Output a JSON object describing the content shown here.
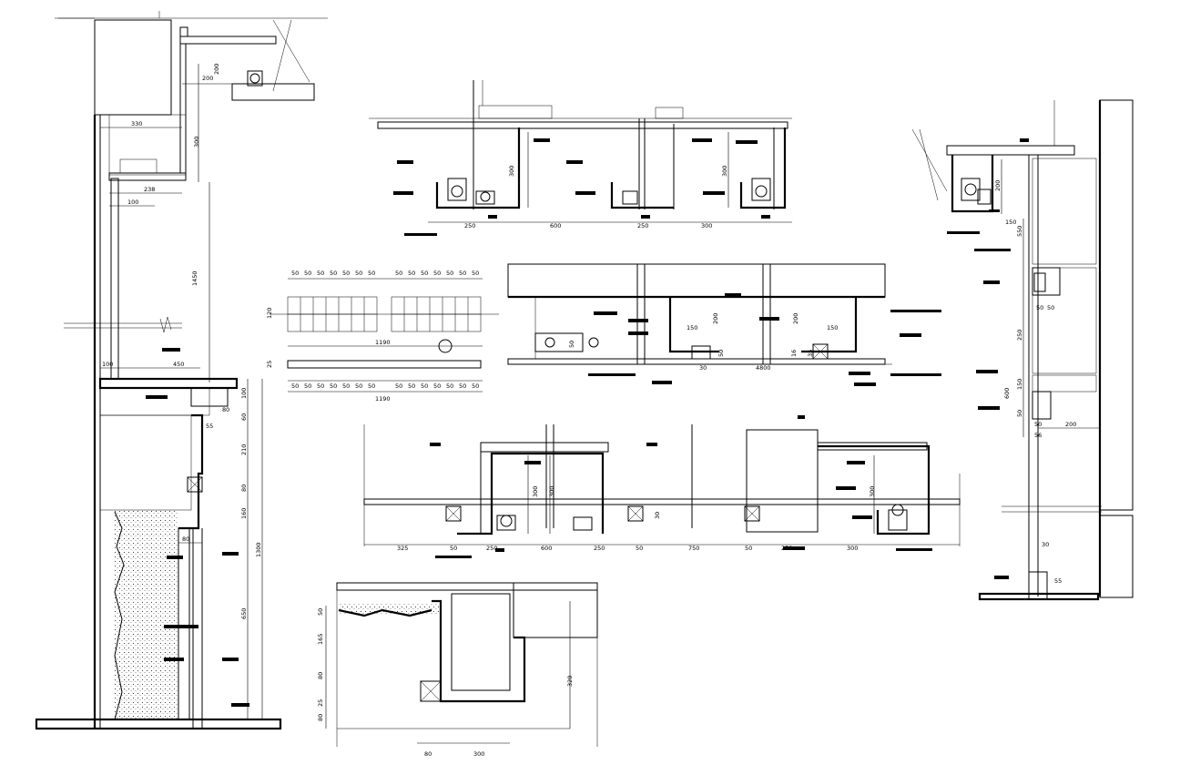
{
  "drawing": {
    "title": "",
    "label_tags_are_redacted": true
  },
  "dimension_labels": [
    {
      "id": "d_200_a",
      "text": "200"
    },
    {
      "id": "d_200_b",
      "text": "200"
    },
    {
      "id": "d_330",
      "text": "330"
    },
    {
      "id": "d_300_a",
      "text": "300"
    },
    {
      "id": "d_238",
      "text": "238"
    },
    {
      "id": "d_100_a",
      "text": "100"
    },
    {
      "id": "d_1450",
      "text": "1450"
    },
    {
      "id": "d_100_b",
      "text": "100"
    },
    {
      "id": "d_450",
      "text": "450"
    },
    {
      "id": "d_100_c",
      "text": "100"
    },
    {
      "id": "d_80_a",
      "text": "80"
    },
    {
      "id": "d_60",
      "text": "60"
    },
    {
      "id": "d_55",
      "text": "55"
    },
    {
      "id": "d_210",
      "text": "210"
    },
    {
      "id": "d_80_b",
      "text": "80"
    },
    {
      "id": "d_160",
      "text": "160"
    },
    {
      "id": "d_80_c",
      "text": "80"
    },
    {
      "id": "d_1300",
      "text": "1300"
    },
    {
      "id": "d_650",
      "text": "650"
    },
    {
      "id": "d_250_a",
      "text": "250"
    },
    {
      "id": "d_600_a",
      "text": "600"
    },
    {
      "id": "d_250_b",
      "text": "250"
    },
    {
      "id": "d_300_b",
      "text": "300"
    },
    {
      "id": "d_300_c",
      "text": "300"
    },
    {
      "id": "d_300_d",
      "text": "300"
    },
    {
      "id": "d_200_c",
      "text": "200"
    },
    {
      "id": "d_150_a",
      "text": "150"
    },
    {
      "id": "d_50_top",
      "text": "50"
    },
    {
      "id": "d_120",
      "text": "120"
    },
    {
      "id": "d_1190_a",
      "text": "1190"
    },
    {
      "id": "d_25",
      "text": "25"
    },
    {
      "id": "d_1190_b",
      "text": "1190"
    },
    {
      "id": "d_150_b",
      "text": "150"
    },
    {
      "id": "d_150_c",
      "text": "150"
    },
    {
      "id": "d_200_d",
      "text": "200"
    },
    {
      "id": "d_200_e",
      "text": "200"
    },
    {
      "id": "d_4800",
      "text": "4800"
    },
    {
      "id": "d_50_a",
      "text": "50"
    },
    {
      "id": "d_30_a",
      "text": "30"
    },
    {
      "id": "d_50_b",
      "text": "50"
    },
    {
      "id": "d_16",
      "text": "16"
    },
    {
      "id": "d_35",
      "text": "35"
    },
    {
      "id": "d_550",
      "text": "550"
    },
    {
      "id": "d_50_c",
      "text": "50"
    },
    {
      "id": "d_50_d",
      "text": "50"
    },
    {
      "id": "d_250_c",
      "text": "250"
    },
    {
      "id": "d_150_d",
      "text": "150"
    },
    {
      "id": "d_600_b",
      "text": "600"
    },
    {
      "id": "d_50_e",
      "text": "50"
    },
    {
      "id": "d_50_f",
      "text": "50"
    },
    {
      "id": "d_200_f",
      "text": "200"
    },
    {
      "id": "d_56",
      "text": "56"
    },
    {
      "id": "d_30_b",
      "text": "30"
    },
    {
      "id": "d_55_b",
      "text": "55"
    },
    {
      "id": "d_325",
      "text": "325"
    },
    {
      "id": "d_50_g",
      "text": "50"
    },
    {
      "id": "d_250_d",
      "text": "250"
    },
    {
      "id": "d_600_c",
      "text": "600"
    },
    {
      "id": "d_250_e",
      "text": "250"
    },
    {
      "id": "d_50_h",
      "text": "50"
    },
    {
      "id": "d_750",
      "text": "750"
    },
    {
      "id": "d_50_i",
      "text": "50"
    },
    {
      "id": "d_250_f",
      "text": "250"
    },
    {
      "id": "d_300_e",
      "text": "300"
    },
    {
      "id": "d_300_f",
      "text": "300"
    },
    {
      "id": "d_300_g",
      "text": "300"
    },
    {
      "id": "d_30_c",
      "text": "30"
    },
    {
      "id": "d_300_h",
      "text": "300"
    },
    {
      "id": "d_50_j",
      "text": "50"
    },
    {
      "id": "d_165",
      "text": "165"
    },
    {
      "id": "d_80_d",
      "text": "80"
    },
    {
      "id": "d_25_b",
      "text": "25"
    },
    {
      "id": "d_80_e",
      "text": "80"
    },
    {
      "id": "d_320",
      "text": "320"
    },
    {
      "id": "d_80_f",
      "text": "80"
    },
    {
      "id": "d_300_i",
      "text": "300"
    }
  ],
  "tile_module_labels": [
    "50",
    "50",
    "50",
    "50",
    "50",
    "50",
    "50"
  ]
}
